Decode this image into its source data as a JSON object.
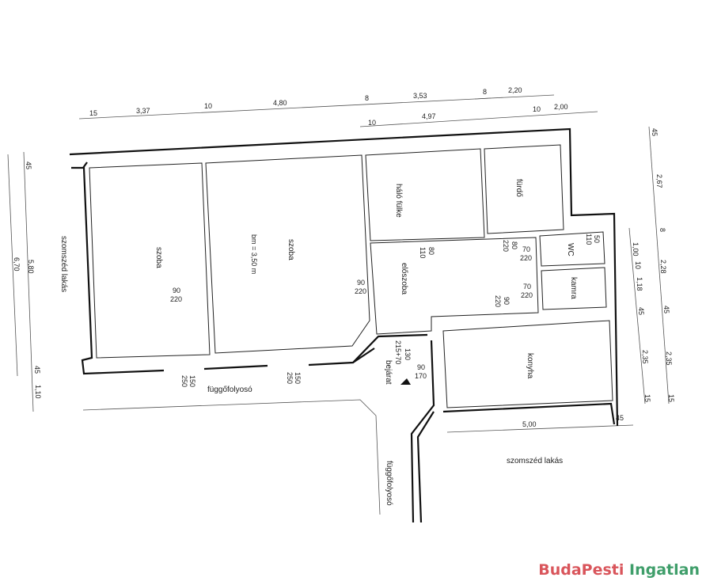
{
  "rooms": {
    "szoba1": "szoba",
    "szoba2": "szoba",
    "ceiling_height": "bm = 3,50 m",
    "halo_fulke": "háló fülke",
    "furdo": "fürdő",
    "eloszoba": "előszoba",
    "wc": "WC",
    "kamra": "kamra",
    "konyha": "konyha"
  },
  "context": {
    "neighbor_left": "szomszéd lakás",
    "neighbor_bottom": "szomszéd lakás",
    "corridor_horizontal": "függőfolyosó",
    "corridor_vertical": "függőfolyosó",
    "entrance": "bejárat"
  },
  "dims_top_row1": [
    "15",
    "3,37",
    "10",
    "4,80",
    "8",
    "3,53",
    "8",
    "2,20"
  ],
  "dims_top_row2": [
    "10",
    "4,97",
    "10",
    "2,00"
  ],
  "dims_left": [
    "45",
    "5,80",
    "45",
    "1,10",
    "6,70"
  ],
  "dims_right_outer": [
    "45",
    "2,67",
    "8",
    "2,28",
    "45",
    "2,35",
    "15"
  ],
  "dims_right_inner": [
    "1,00",
    "10",
    "1,18",
    "45",
    "2,35",
    "15"
  ],
  "dims_bottom": [
    "5,00",
    "45"
  ],
  "openings": {
    "szoba1_door": [
      "90",
      "220"
    ],
    "szoba2_door": [
      "90",
      "220"
    ],
    "halo_opening": [
      "80",
      "110"
    ],
    "furdo_door": [
      "80",
      "220"
    ],
    "wc_door": [
      "70",
      "220"
    ],
    "wc_window": [
      "50",
      "110"
    ],
    "kamra_door": [
      "70",
      "220"
    ],
    "konyha_door": [
      "90",
      "220"
    ],
    "entrance_door": [
      "130",
      "215+70"
    ],
    "konyha_window": [
      "90",
      "170"
    ],
    "window1": [
      "150",
      "250"
    ],
    "window2": [
      "150",
      "250"
    ]
  },
  "logo": {
    "part1": "BudaPesti",
    "part2": "Ingatlan"
  },
  "colors": {
    "logo_red": "#d9555b",
    "logo_green": "#3f9e6a"
  }
}
